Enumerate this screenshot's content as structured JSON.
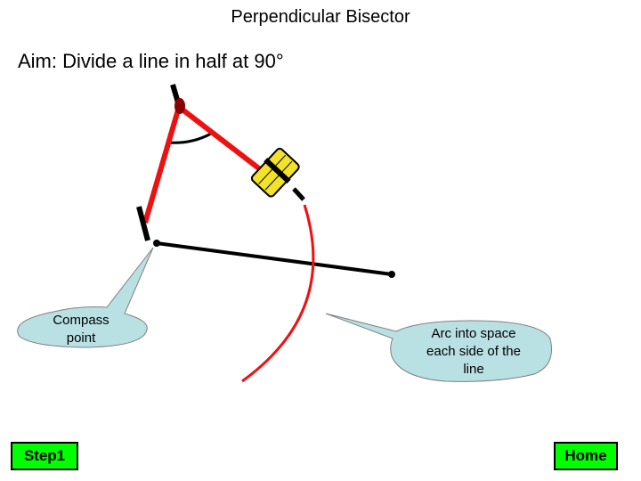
{
  "title": "Perpendicular Bisector",
  "aim": "Aim: Divide a line in half at 90°",
  "callouts": {
    "compass_point": "Compass point",
    "arc": "Arc into space each side of the line"
  },
  "buttons": {
    "step": "Step1",
    "home": "Home"
  },
  "colors": {
    "compass_leg": "#ee1111",
    "pencil": "#f2e22a",
    "callout_fill": "#b9e0e3",
    "button_fill": "#00ff00",
    "arc": "#ee1111"
  }
}
